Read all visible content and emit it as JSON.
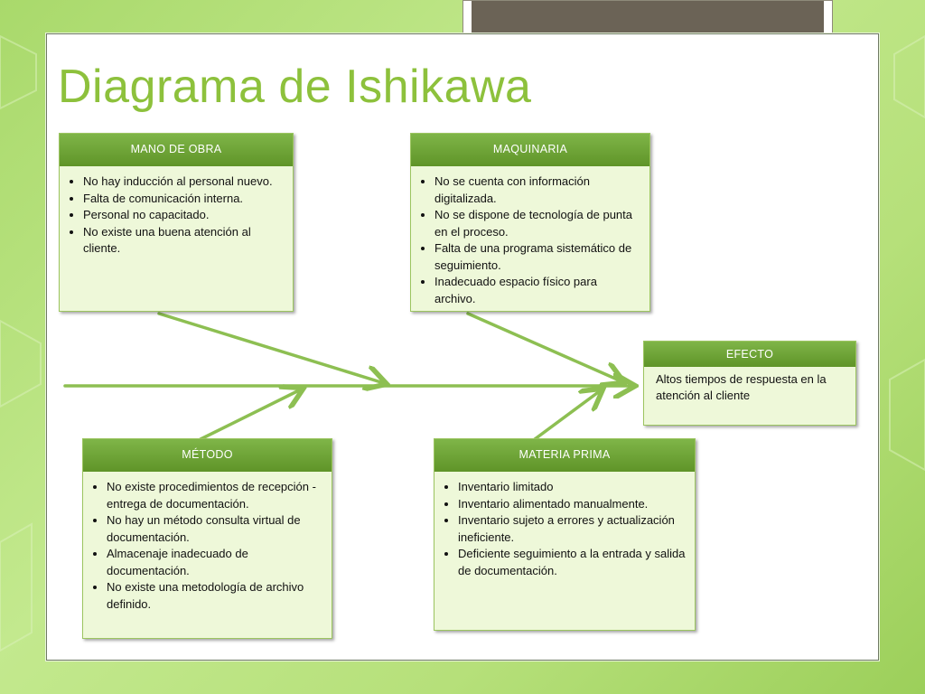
{
  "title": "Diagrama de Ishikawa",
  "categories": [
    {
      "id": "mano_obra",
      "header": "MANO DE OBRA",
      "items": [
        "No hay inducción al personal nuevo.",
        "Falta de comunicación interna.",
        "Personal no capacitado.",
        "No existe una buena atención al cliente."
      ]
    },
    {
      "id": "maquinaria",
      "header": "MAQUINARIA",
      "items": [
        "No se cuenta con información digitalizada.",
        "No se dispone de tecnología de punta en el proceso.",
        "Falta de una programa sistemático de seguimiento.",
        "Inadecuado espacio físico para archivo."
      ]
    },
    {
      "id": "metodo",
      "header": "MÉTODO",
      "items": [
        "No existe procedimientos de recepción - entrega de documentación.",
        "No hay un método consulta virtual de documentación.",
        "Almacenaje inadecuado de documentación.",
        "No existe una metodología de archivo definido."
      ]
    },
    {
      "id": "materia_prima",
      "header": "MATERIA PRIMA",
      "items": [
        "Inventario limitado",
        "Inventario alimentado manualmente.",
        "Inventario sujeto a errores y actualización ineficiente.",
        "Deficiente seguimiento a la entrada y salida de documentación."
      ]
    }
  ],
  "effect": {
    "header": "EFECTO",
    "text": "Altos tiempos de respuesta en la atención al cliente"
  },
  "colors": {
    "title": "#8dc13c",
    "header": "#6ea236",
    "box_fill": "#eef8d9",
    "arrow": "#8dbf52"
  }
}
